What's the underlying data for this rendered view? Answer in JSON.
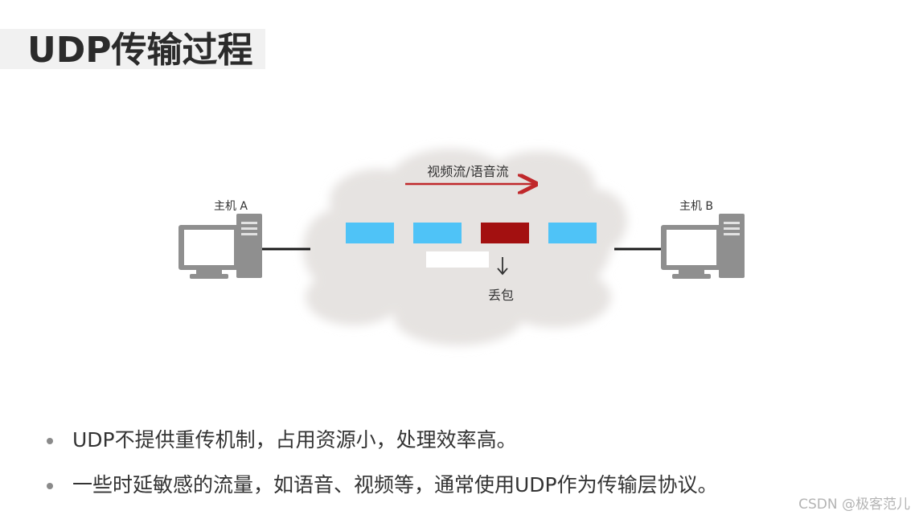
{
  "title": "UDP传输过程",
  "diagram": {
    "host_a_label": "主机 A",
    "host_b_label": "主机 B",
    "stream_label": "视频流/语音流",
    "loss_label": "丢包",
    "colors": {
      "packet": "#4fc3f7",
      "lost_packet": "#a31010",
      "arrow": "#c0282b",
      "computer": "#8f8f8f",
      "cloud": "#e6e3e1"
    },
    "packets": [
      {
        "status": "delivered"
      },
      {
        "status": "delivered"
      },
      {
        "status": "lost"
      },
      {
        "status": "delivered"
      }
    ]
  },
  "bullets": [
    "UDP不提供重传机制，占用资源小，处理效率高。",
    "一些时延敏感的流量，如语音、视频等，通常使用UDP作为传输层协议。"
  ],
  "watermark": "CSDN @极客范儿"
}
